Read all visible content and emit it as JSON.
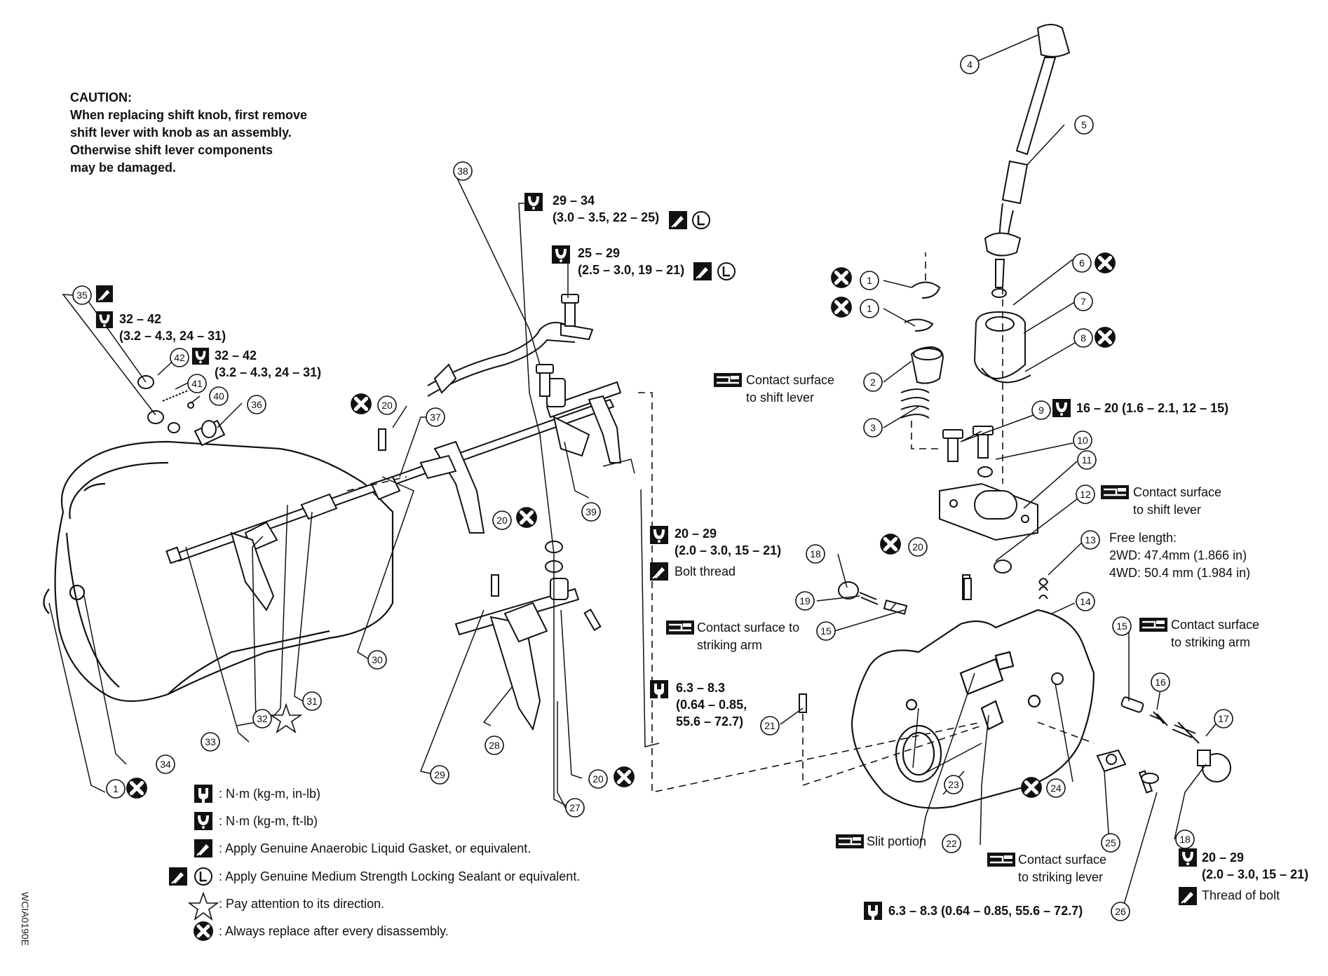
{
  "caution": {
    "title": "CAUTION:",
    "lines": [
      "When replacing shift knob, first remove",
      "shift lever with knob as an assembly.",
      "Otherwise shift lever components",
      "may be damaged."
    ]
  },
  "drawing_code": "WCIA0190E",
  "part_numbers": [
    "1",
    "2",
    "3",
    "4",
    "5",
    "6",
    "7",
    "8",
    "9",
    "10",
    "11",
    "12",
    "13",
    "14",
    "15",
    "16",
    "17",
    "18",
    "19",
    "20",
    "21",
    "22",
    "23",
    "24",
    "25",
    "26",
    "27",
    "28",
    "29",
    "30",
    "31",
    "32",
    "33",
    "34",
    "35",
    "36",
    "37",
    "38",
    "39",
    "40",
    "41",
    "42"
  ],
  "torque_specs": {
    "t29_34_a": "29 – 34",
    "t29_34_b": "(3.0 – 3.5, 22 – 25)",
    "t25_29_a": "25 – 29",
    "t25_29_b": "(2.5 – 3.0, 19 – 21)",
    "t32_42_a": "32 – 42",
    "t32_42_b": "(3.2 – 4.3, 24 – 31)",
    "t32_42c_a": "32 – 42",
    "t32_42c_b": "(3.2 – 4.3, 24 – 31)",
    "t20_29_a": "20 – 29",
    "t20_29_b": "(2.0 – 3.0, 15 – 21)",
    "bolt_thread": "Bolt thread",
    "t16_20": "16 – 20 (1.6 – 2.1, 12 – 15)",
    "t63_a": "6.3 – 8.3",
    "t63_b": "(0.64 – 0.85,",
    "t63_c": "55.6 – 72.7)",
    "t20_29r_a": "20 – 29",
    "t20_29r_b": "(2.0 – 3.0, 15 – 21)",
    "thread_of_bolt": "Thread of bolt",
    "t63_bottom": "6.3 – 8.3 (0.64 – 0.85, 55.6 – 72.7)"
  },
  "notes": {
    "contact_shift_lever_1a": "Contact surface",
    "contact_shift_lever_1b": "to shift lever",
    "contact_shift_lever_2a": "Contact surface",
    "contact_shift_lever_2b": "to shift lever",
    "free_length_title": "Free length:",
    "free_length_2wd": "2WD: 47.4mm (1.866 in)",
    "free_length_4wd": "4WD: 50.4 mm (1.984 in)",
    "contact_striking_arm_1a": "Contact surface to",
    "contact_striking_arm_1b": "striking arm",
    "contact_striking_arm_2a": "Contact surface",
    "contact_striking_arm_2b": "to striking arm",
    "slit_portion": "Slit portion",
    "contact_striking_lever_a": "Contact surface",
    "contact_striking_lever_b": "to striking lever"
  },
  "legend": {
    "nm_in_lb": ": N·m (kg-m, in-lb)",
    "nm_ft_lb": ": N·m (kg-m, ft-lb)",
    "anaerobic": ": Apply Genuine Anaerobic Liquid Gasket, or equivalent.",
    "locking": ": Apply Genuine Medium Strength Locking Sealant or equivalent.",
    "direction": ": Pay attention to its direction.",
    "replace": ": Always replace after every disassembly."
  },
  "icons": {
    "torque": "torque-wrench-icon",
    "sealant": "liquid-gasket-icon",
    "locking": "locking-sealant-L-icon",
    "direction": "star-direction-icon",
    "replace": "always-replace-x-icon",
    "contact": "contact-surface-grease-icon"
  }
}
